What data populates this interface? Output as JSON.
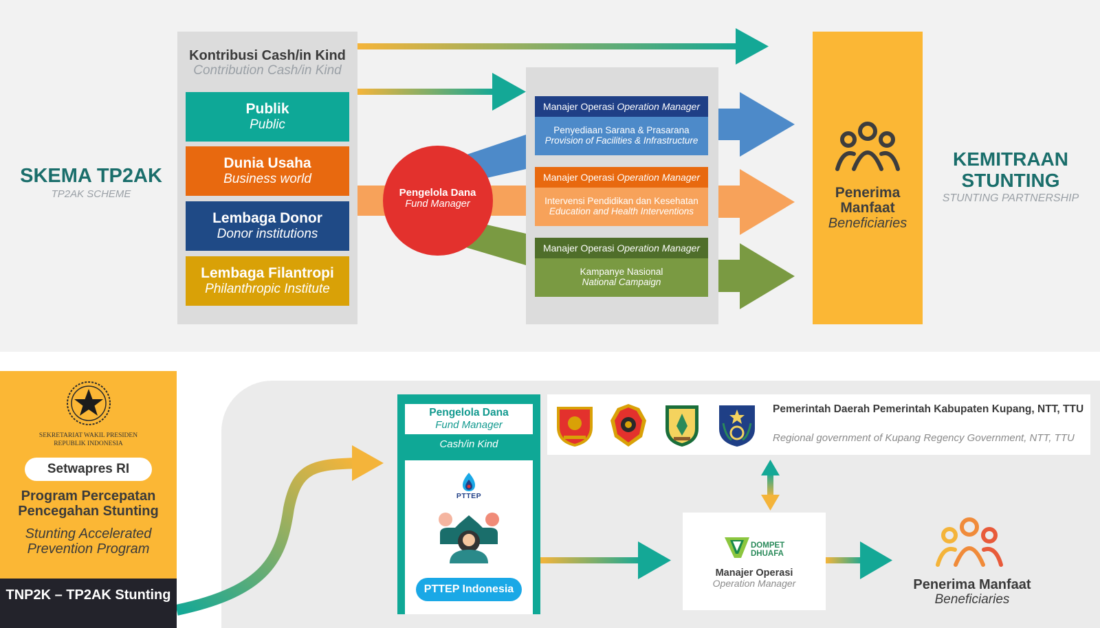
{
  "scheme": {
    "title": "SKEMA TP2AK",
    "subtitle": "TP2AK SCHEME"
  },
  "contribution": {
    "title": "Kontribusi Cash/in Kind",
    "subtitle": "Contribution Cash/in Kind"
  },
  "sources": [
    {
      "label": "Publik",
      "sublabel": "Public",
      "color": "#0ea897"
    },
    {
      "label": "Dunia Usaha",
      "sublabel": "Business world",
      "color": "#e8690f"
    },
    {
      "label": "Lembaga Donor",
      "sublabel": "Donor institutions",
      "color": "#1f4a86"
    },
    {
      "label": "Lembaga Filantropi",
      "sublabel": "Philanthropic Institute",
      "color": "#d9a107"
    }
  ],
  "fund_manager": {
    "label": "Pengelola Dana",
    "sublabel": "Fund Manager",
    "color": "#e3312d"
  },
  "operation_managers": [
    {
      "header_id": "Manajer Operasi",
      "header_en": "Operation Manager",
      "body_id": "Penyediaan Sarana & Prasarana",
      "body_en": "Provision of Facilities & Infrastructure",
      "header_color": "#1f3f86",
      "body_color": "#4d8ac9"
    },
    {
      "header_id": "Manajer Operasi",
      "header_en": "Operation Manager",
      "body_id": "Intervensi Pendidikan dan Kesehatan",
      "body_en": "Education and Health Interventions",
      "header_color": "#e8690f",
      "body_color": "#f7a25a"
    },
    {
      "header_id": "Manajer Operasi",
      "header_en": "Operation Manager",
      "body_id": "Kampanye Nasional",
      "body_en": "National Campaign",
      "header_color": "#4f6e2a",
      "body_color": "#7a9a42"
    }
  ],
  "beneficiaries": {
    "label": "Penerima Manfaat",
    "sublabel": "Beneficiaries",
    "color": "#fbb735"
  },
  "partnership": {
    "title": "KEMITRAAN STUNTING",
    "subtitle": "STUNTING PARTNERSHIP"
  },
  "setwapres": {
    "seal_caption_1": "SEKRETARIAT WAKIL PRESIDEN",
    "seal_caption_2": "REPUBLIK INDONESIA",
    "pill": "Setwapres RI",
    "program_id": "Program Percepatan Pencegahan Stunting",
    "program_en": "Stunting Accelerated Prevention Program",
    "footer": "TNP2K – TP2AK Stunting"
  },
  "fund_manager_bottom": {
    "label": "Pengelola Dana",
    "sublabel": "Fund Manager",
    "cash": "Cash/in Kind",
    "logo_word": "PTTEP",
    "pill": "PTTEP Indonesia"
  },
  "regional_gov": {
    "title": "Pemerintah Daerah Pemerintah Kabupaten Kupang, NTT, TTU",
    "subtitle": "Regional government of Kupang Regency Government, NTT, TTU"
  },
  "operator": {
    "logo_word_1": "DOMPET",
    "logo_word_2": "DHUAFA",
    "label": "Manajer Operasi",
    "sublabel": "Operation Manager"
  },
  "beneficiaries_bottom": {
    "label": "Penerima Manfaat",
    "sublabel": "Beneficiaries"
  }
}
